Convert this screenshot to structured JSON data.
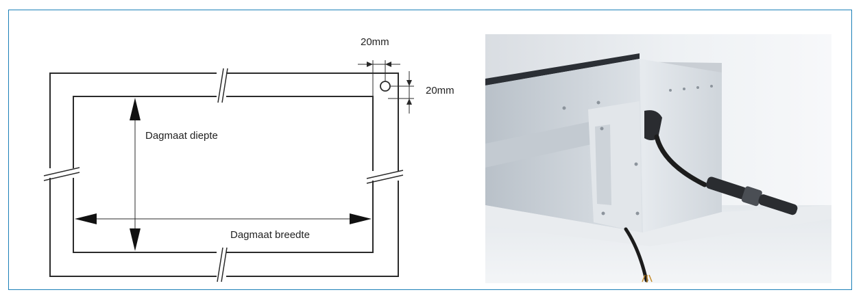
{
  "diagram": {
    "label_depth": "Dagmaat diepte",
    "label_width": "Dagmaat breedte",
    "dim_horizontal": "20mm",
    "dim_vertical": "20mm",
    "line_color": "#2a2a2a",
    "frame_border_color": "#1a7fb8"
  },
  "photo": {
    "colors": {
      "background_light": "#ebeef2",
      "panel": "#d7dde3",
      "cable": "#1c1c1c"
    }
  }
}
